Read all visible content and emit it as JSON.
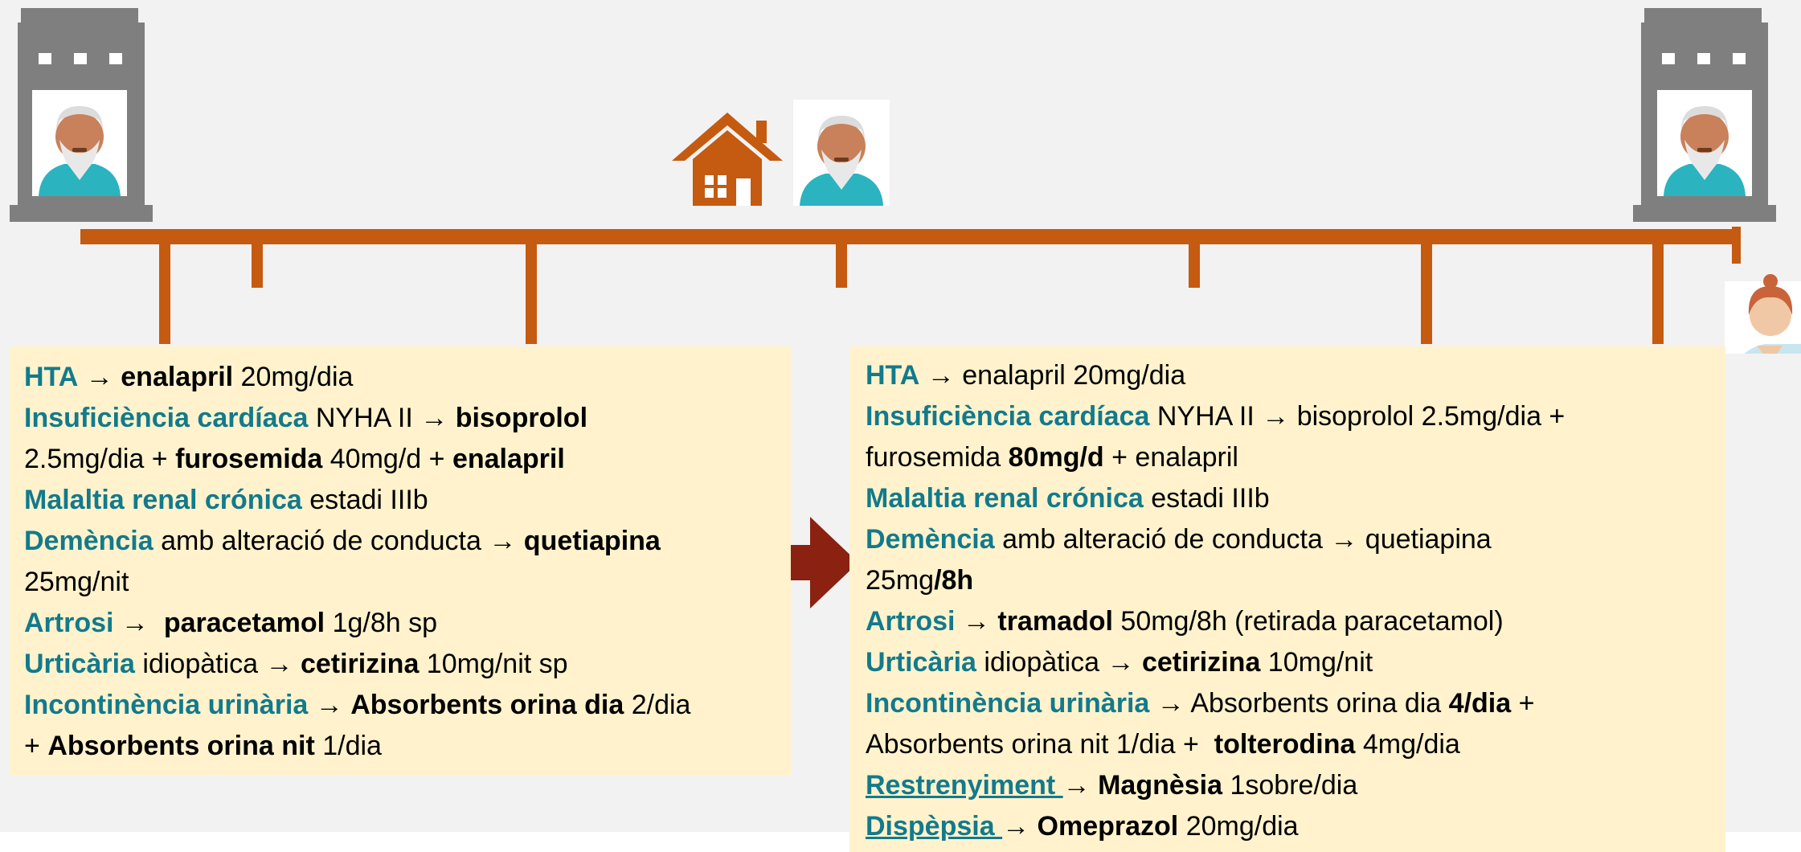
{
  "colors": {
    "timeline": "#c55a11",
    "term": "#127a8c",
    "panel_bg": "#fff2cc",
    "building": "#7f7f7f",
    "transition_arrow": "#8b2111"
  },
  "icons": [
    "hospital-building-icon",
    "elderly-patient-avatar",
    "house-icon",
    "doctor-avatar",
    "right-arrow-icon"
  ],
  "left": {
    "l1": {
      "t1": "HTA",
      "a1": " → ",
      "b1": "enalapril",
      "r1": " 20mg/dia"
    },
    "l2": {
      "t1": "Insuficiència cardíaca",
      "r1": " NYHA II ",
      "a1": "→ ",
      "b1": "bisoprolol"
    },
    "l3": {
      "r1": "2.5mg/dia + ",
      "b1": "furosemida",
      "r2": " 40mg/d + ",
      "b2": "enalapril"
    },
    "l4": {
      "t1": "Malaltia renal crónica",
      "r1": " estadi IIIb"
    },
    "l5": {
      "t1": "Demència",
      "r1": " amb alteració de conducta ",
      "a1": "→ ",
      "b1": "quetiapina"
    },
    "l6": {
      "r1": "25mg/nit"
    },
    "l7": {
      "t1": "Artrosi",
      "a1": " →  ",
      "b1": "paracetamol",
      "r1": " 1g/8h sp"
    },
    "l8": {
      "t1": "Urticària",
      "r1": " idiopàtica ",
      "a1": "→ ",
      "b1": "cetirizina",
      "r2": " 10mg/nit sp"
    },
    "l9": {
      "t1": "Incontinència urinària",
      "a1": " → ",
      "b1": "Absorbents orina dia",
      "r1": " 2/dia"
    },
    "l10": {
      "r1": "+ ",
      "b1": "Absorbents orina nit",
      "r2": " 1/dia"
    }
  },
  "right": {
    "l1": {
      "t1": "HTA",
      "a1": " → ",
      "r1": "enalapril 20mg/dia"
    },
    "l2": {
      "t1": "Insuficiència cardíaca",
      "r1": " NYHA II ",
      "a1": "→ ",
      "r2": "bisoprolol 2.5mg/dia +"
    },
    "l3": {
      "r1": "furosemida ",
      "b1": "80mg/d",
      "r2": " + enalapril"
    },
    "l4": {
      "t1": "Malaltia renal crónica",
      "r1": " estadi IIIb"
    },
    "l5": {
      "t1": "Demència",
      "r1": " amb alteració de conducta ",
      "a1": "→ ",
      "r2": "quetiapina"
    },
    "l6": {
      "r1": "25mg",
      "b1": "/8h"
    },
    "l7": {
      "t1": "Artrosi",
      "a1": " → ",
      "b1": "tramadol",
      "r1": " 50mg/8h (retirada paracetamol)"
    },
    "l8": {
      "t1": "Urticària",
      "r1": " idiopàtica ",
      "a1": "→ ",
      "b1": "cetirizina",
      "r2": " 10mg/nit"
    },
    "l9": {
      "t1": "Incontinència urinària",
      "a1": " → ",
      "r1": "Absorbents orina dia ",
      "b1": "4/dia",
      "r2": " +"
    },
    "l10": {
      "r1": "Absorbents orina nit 1/dia +  ",
      "b1": "tolterodina",
      "r2": " 4mg/dia"
    },
    "l11": {
      "t1": "Restrenyiment ",
      "a1": "→ ",
      "b1": "Magnèsia",
      "r1": " 1sobre/dia"
    },
    "l12": {
      "t1": "Dispèpsia ",
      "a1": "→ ",
      "b1": "Omeprazol",
      "r1": " 20mg/dia"
    }
  }
}
